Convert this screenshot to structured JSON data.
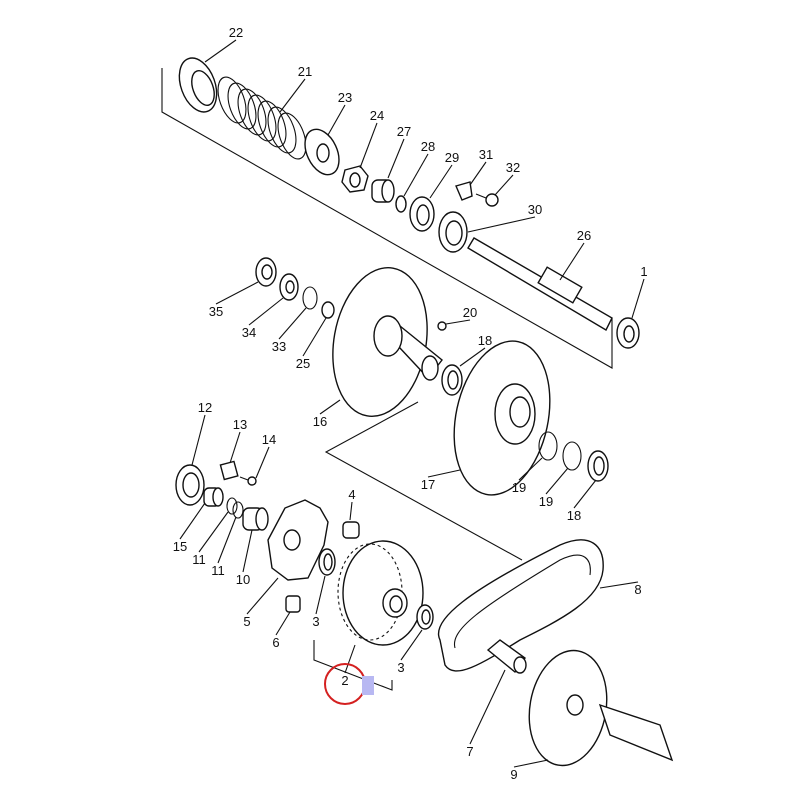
{
  "diagram": {
    "title": "Exploded parts diagram - primary/secondary CVT sheave assembly",
    "callouts": [
      "22",
      "21",
      "23",
      "24",
      "27",
      "28",
      "29",
      "31",
      "32",
      "30",
      "26",
      "1",
      "35",
      "34",
      "33",
      "25",
      "20",
      "18",
      "16",
      "17",
      "19",
      "19",
      "18",
      "12",
      "13",
      "14",
      "15",
      "11",
      "11",
      "10",
      "4",
      "5",
      "6",
      "3",
      "3",
      "2",
      "8",
      "7",
      "9"
    ],
    "highlighted_callout": "2",
    "colors": {
      "line": "#111111",
      "highlight_circle": "#d42020",
      "highlight_box": "#b8b8f2"
    }
  }
}
